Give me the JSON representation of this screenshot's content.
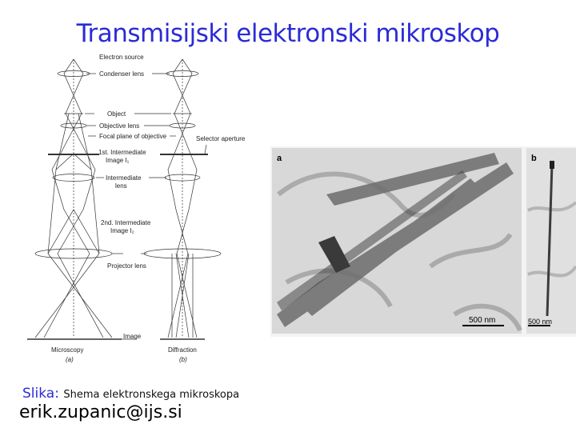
{
  "slide": {
    "title": "Transmisijski elektronski mikroskop",
    "caption_label": "Slika:",
    "caption_text": "Shema elektronskega mikroskopa",
    "email": "erik.zupanic@ijs.si"
  },
  "diagram": {
    "labels": {
      "electron_source": "Electron source",
      "condenser_lens": "Condenser lens",
      "object": "Object",
      "objective_lens": "Objective lens",
      "focal_plane": "Focal  plane of objective",
      "selector_aperture": "Selector aperture",
      "first_image_1": "1st. Intermediate",
      "first_image_2": "Image I₁",
      "intermediate_lens_1": "Intermediate",
      "intermediate_lens_2": "lens",
      "second_image_1": "2nd. Intermediate",
      "second_image_2": "Image I₂",
      "projector_lens": "Projector lens",
      "image": "Image",
      "microscopy": "Microscopy",
      "microscopy_sub": "(a)",
      "diffraction": "Diffraction",
      "diffraction_sub": "(b)"
    }
  },
  "micrographs": {
    "panel_a_label": "a",
    "panel_b_label": "b",
    "scale_a": "500 nm",
    "scale_b": "500 nm"
  }
}
